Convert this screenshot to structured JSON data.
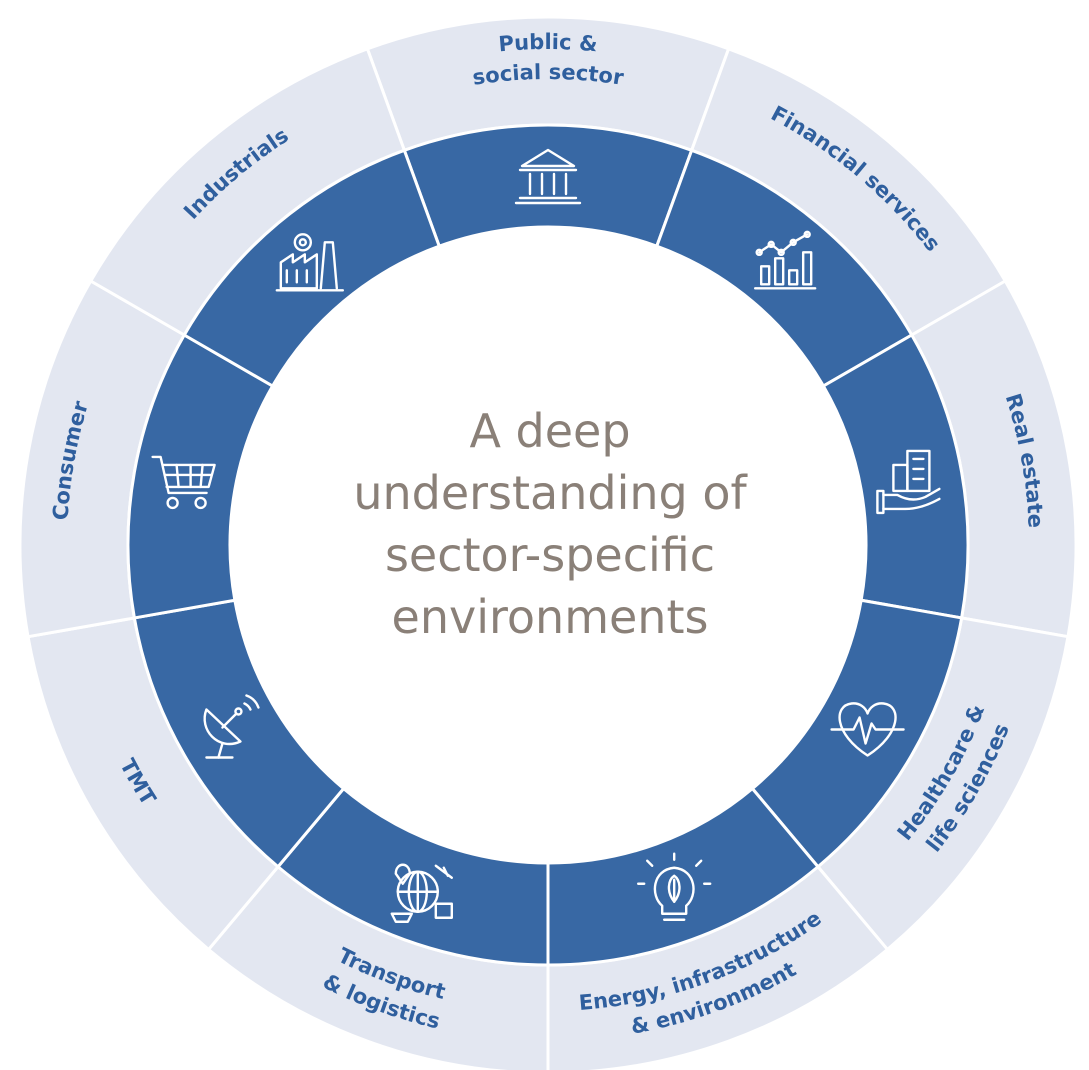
{
  "center": {
    "lines": [
      "A deep",
      "understanding of",
      "sector-specific",
      "environments"
    ]
  },
  "colors": {
    "outer_ring": "#e3e7f1",
    "inner_ring": "#3868a4",
    "label_text": "#2f5f9e",
    "center_text": "#8a8078",
    "separator": "#ffffff"
  },
  "sectors": [
    {
      "id": "public",
      "label_lines": [
        "Public &",
        "social sector"
      ],
      "icon": "government-building-icon"
    },
    {
      "id": "financial",
      "label_lines": [
        "Financial services"
      ],
      "icon": "financial-chart-icon"
    },
    {
      "id": "realestate",
      "label_lines": [
        "Real estate"
      ],
      "icon": "building-in-hand-icon"
    },
    {
      "id": "healthcare",
      "label_lines": [
        "Healthcare &",
        "life sciences"
      ],
      "icon": "heartbeat-icon"
    },
    {
      "id": "energy",
      "label_lines": [
        "Energy, infrastructure",
        "& environment"
      ],
      "icon": "lightbulb-leaf-icon"
    },
    {
      "id": "transport",
      "label_lines": [
        "Transport",
        "& logistics"
      ],
      "icon": "globe-logistics-icon"
    },
    {
      "id": "tmt",
      "label_lines": [
        "TMT"
      ],
      "icon": "satellite-dish-icon"
    },
    {
      "id": "consumer",
      "label_lines": [
        "Consumer"
      ],
      "icon": "shopping-cart-icon"
    },
    {
      "id": "industrials",
      "label_lines": [
        "Industrials"
      ],
      "icon": "factory-icon"
    }
  ]
}
